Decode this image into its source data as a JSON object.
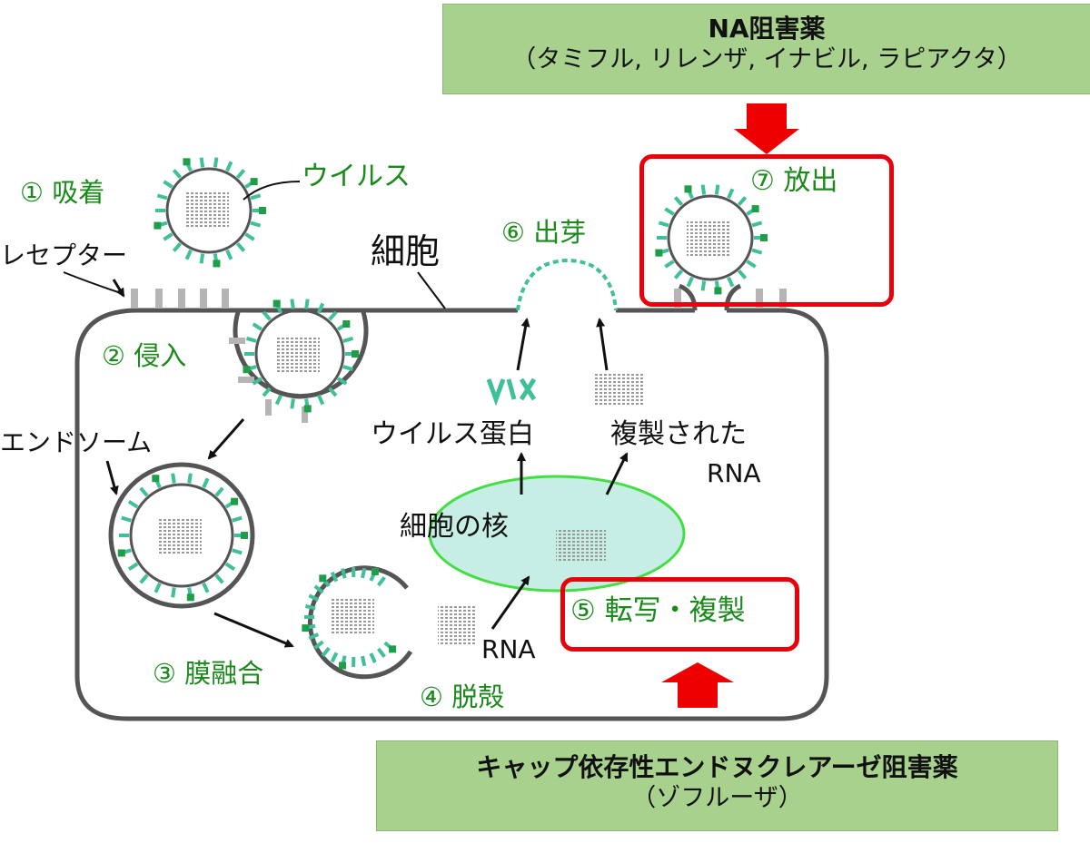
{
  "na_box": {
    "title": "NA阻害薬",
    "drugs": "（タミフル, リレンザ, イナビル, ラピアクタ）"
  },
  "cap_box": {
    "title": "キャップ依存性エンドヌクレアーゼ阻害薬",
    "drugs": "（ゾフルーザ）"
  },
  "steps": {
    "s1": "① 吸着",
    "s2": "② 侵入",
    "s3": "③ 膜融合",
    "s4": "④ 脱殻",
    "s5": "⑤ 転写・複製",
    "s6": "⑥ 出芽",
    "s7": "⑦ 放出"
  },
  "labels": {
    "virus": "ウイルス",
    "receptor": "レセプター",
    "cell": "細胞",
    "endosome": "エンドソーム",
    "virus_protein": "ウイルス蛋白",
    "replicated_rna_1": "複製された",
    "replicated_rna_2": "RNA",
    "nucleus": "細胞の核",
    "rna": "RNA"
  },
  "colors": {
    "box_green": "#a9d18e",
    "highlight_red": "#e8000b",
    "step_green": "#1a8a1a",
    "membrane_gray": "#555555",
    "virus_teal": "#3fbf9a",
    "nucleus_fill": "#c6eee4",
    "nucleus_edge": "#44dd44"
  }
}
